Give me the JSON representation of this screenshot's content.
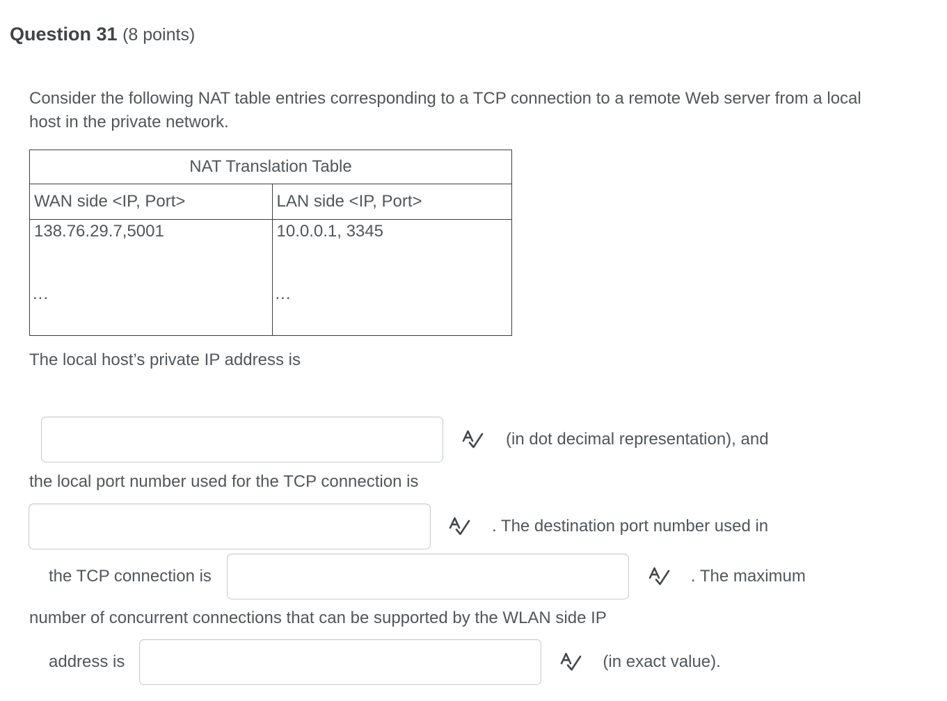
{
  "header": {
    "title": "Question 31",
    "points": "(8 points)"
  },
  "prompt": {
    "paragraph": "Consider the following NAT table entries corresponding to a TCP connection to a remote Web server from a local host in the private network."
  },
  "nat_table": {
    "caption": "NAT Translation Table",
    "columns": [
      "WAN side <IP, Port>",
      "LAN side <IP, Port>"
    ],
    "rows": [
      [
        "138.76.29.7,5001",
        "10.0.0.1, 3345"
      ],
      [
        "...",
        "..."
      ]
    ]
  },
  "answers": {
    "intro": "The local host’s private IP address is",
    "blank1": {
      "value": "",
      "placeholder": "",
      "icon": "spellcheck-icon",
      "after": "(in dot decimal representation), and"
    },
    "line2": "the local port number used for the TCP connection is",
    "blank2": {
      "value": "",
      "placeholder": "",
      "icon": "spellcheck-icon",
      "after": ". The destination port number used in"
    },
    "blank3": {
      "lead": "the TCP connection is",
      "value": "",
      "placeholder": "",
      "icon": "spellcheck-icon",
      "after": ". The maximum"
    },
    "line4": "number of concurrent connections that can be supported by the WLAN side IP",
    "blank4": {
      "lead": "address is",
      "value": "",
      "placeholder": "",
      "icon": "spellcheck-icon",
      "after": "(in exact value)."
    }
  },
  "colors": {
    "text": "#51565a",
    "heading": "#3f4447",
    "table_border": "#3c3c3c",
    "input_border": "#c7cdd1",
    "background": "#ffffff"
  }
}
